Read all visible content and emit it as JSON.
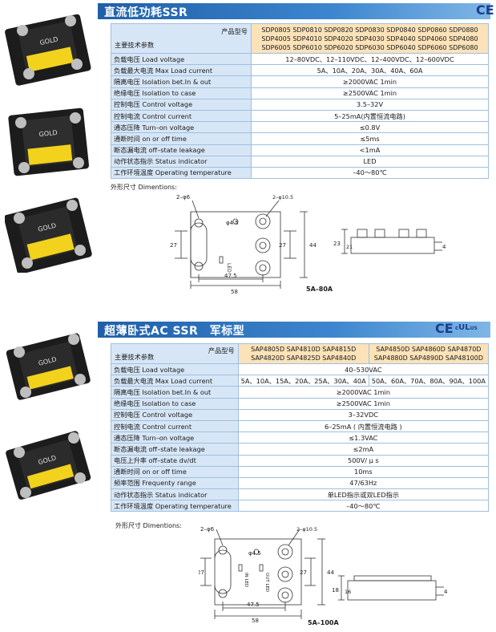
{
  "section1": {
    "title": "直流低功耗SSR",
    "cert": "CE",
    "header_key_type": "产品型号",
    "header_key_param": "主要技术参数",
    "models": [
      "SDP0805 SDP0810 SDP0820 SDP0830 SDP0840 SDP0860 SDP0880",
      "SDP4005 SDP4010 SDP4020 SDP4030 SDP4040 SDP4060 SDP4080",
      "SDP6005 SDP6010 SDP6020 SDP6030 SDP6040 SDP6060 SDP6080"
    ],
    "rows": [
      {
        "k": "负载电压 Load voltage",
        "v": "12–80VDC、12–110VDC、12–400VDC、12–600VDC"
      },
      {
        "k": "负载最大电流 Max Load current",
        "v": "5A、10A、20A、30A、40A、60A"
      },
      {
        "k": "隔离电压 Isolation bet.In & out",
        "v": "≥2000VAC 1min"
      },
      {
        "k": "绝缘电压 Isolation to case",
        "v": "≥2500VAC 1min"
      },
      {
        "k": "控制电压 Control voltage",
        "v": "3.5–32V"
      },
      {
        "k": "控制电流 Control current",
        "v": "5–25mA(内置恒流电路)"
      },
      {
        "k": "通态压降 Turn–on voltage",
        "v": "≤0.8V"
      },
      {
        "k": "通断时间 on or off time",
        "v": "≤5ms"
      },
      {
        "k": "断态漏电流 off–state leakage",
        "v": "<1mA"
      },
      {
        "k": "动作状态指示 Status indicator",
        "v": "LED"
      },
      {
        "k": "工作环境温度 Operating temperature",
        "v": "–40～80℃"
      }
    ],
    "dim_title": "外形尺寸 Dimentions:",
    "dims": {
      "d1": "2–φ6",
      "d2": "2–φ10.5",
      "d3": "φ4.5",
      "h27a": "27",
      "h27b": "27",
      "h44": "44",
      "w47": "47.5",
      "w58": "58",
      "s23": "23",
      "s21": "21",
      "s4": "4",
      "led": "LED"
    },
    "model_label": "5A–80A"
  },
  "section2": {
    "title": "超薄卧式AC SSR　军标型",
    "cert": "CE",
    "cert2": "UL",
    "cert2_sub": "US",
    "header_key_type": "产品型号",
    "header_key_param": "主要技术参数",
    "models_left": [
      "SAP4805D SAP4810D SAP4815D",
      "SAP4820D SAP4825D SAP4840D"
    ],
    "models_right": [
      "SAP4850D SAP4860D SAP4870D",
      "SAP4880D SAP4890D SAP48100D"
    ],
    "load_voltage_k": "负载电压 Load voltage",
    "load_voltage_v": "40–530VAC",
    "max_current_k": "负载最大电流 Max Load current",
    "max_current_left": "5A、10A、15A、20A、25A、30A、40A",
    "max_current_right": "50A、60A、70A、80A、90A、100A",
    "rows": [
      {
        "k": "隔离电压 Isolation bet.In & out",
        "v": "≥2000VAC 1min"
      },
      {
        "k": "绝缘电压 Isolation to case",
        "v": "≥2500VAC 1min"
      },
      {
        "k": "控制电压 Control voltage",
        "v": "3–32VDC"
      },
      {
        "k": "控制电流 Control current",
        "v": "6–25mA ( 内置恒流电路 )"
      },
      {
        "k": "通态压降 Turn–on voltage",
        "v": "≤1.3VAC"
      },
      {
        "k": "断态漏电流 off–state leakage",
        "v": "≤2mA"
      },
      {
        "k": "电压上升率 off–state dv/dt",
        "v": "500V/ μ s"
      },
      {
        "k": "通断时间 on or off time",
        "v": "10ms"
      },
      {
        "k": "频率范围 Frequenty range",
        "v": "47/63Hz"
      },
      {
        "k": "动作状态指示 Status indicator",
        "v": "单LED指示或双LED指示"
      },
      {
        "k": "工作环境温度 Operating temperature",
        "v": "–40～80℃"
      }
    ],
    "dim_title": "外形尺寸 Dimentions:",
    "dims": {
      "d1": "2–φ6",
      "d2": "2–φ10.5",
      "d3": "φ4.5",
      "h27a": "27",
      "h27b": "27",
      "h44": "44",
      "w47": "47.5",
      "w58": "58",
      "s18": "18",
      "s16": "16",
      "s4": "4",
      "inled": "IN LED",
      "outled": "OUT LED"
    },
    "model_label": "5A–100A"
  },
  "colors": {
    "bar": "#2d74bf",
    "key_bg": "#d7e6f6",
    "header_bg": "#fbe2b8",
    "border": "#9fbfe0"
  }
}
